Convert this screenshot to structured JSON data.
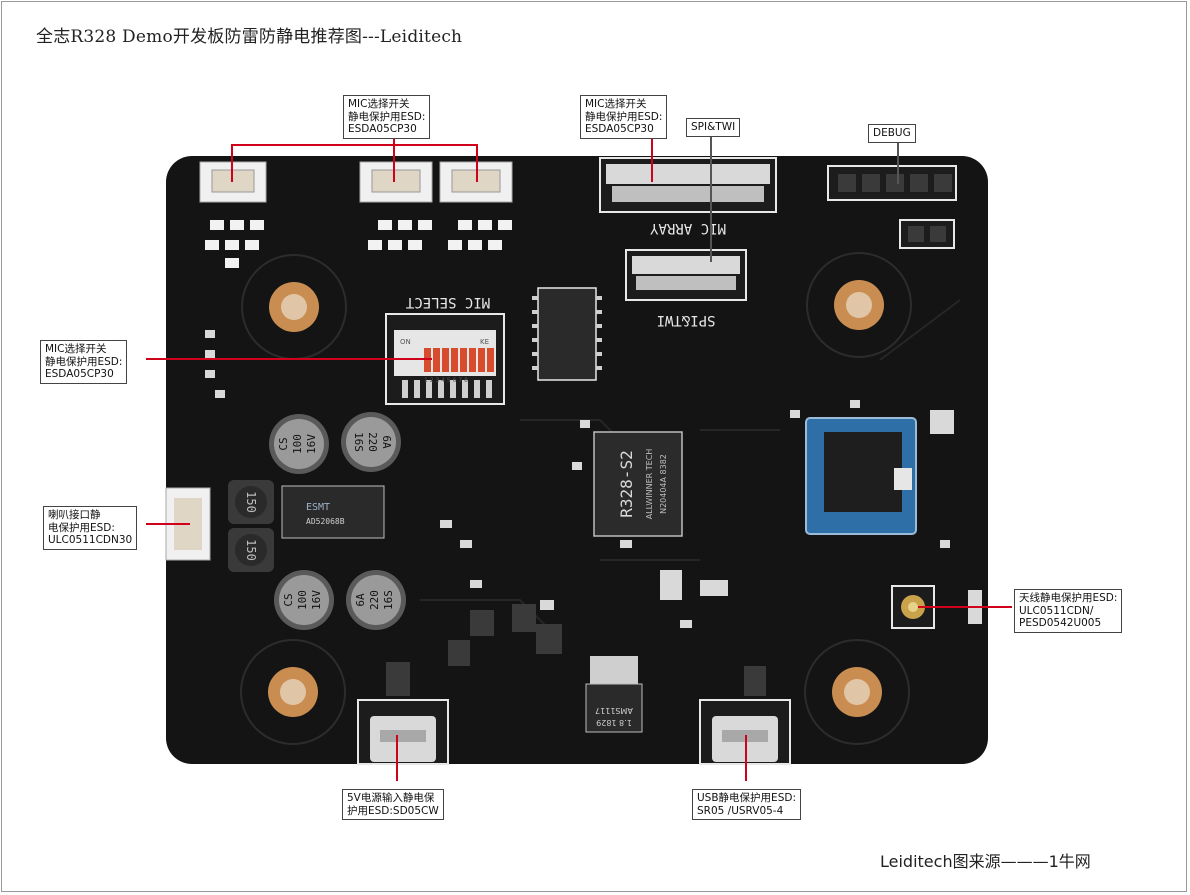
{
  "title": "全志R328 Demo开发板防雷防静电推荐图---Leiditech",
  "credit": "Leiditech图来源———1牛网",
  "colors": {
    "pcb": "#141414",
    "silkscreen": "#e8e8e8",
    "leader_line": "#d0021b",
    "copper": "#c98d52",
    "module_blue": "#2f6fa8"
  },
  "callouts": {
    "mic_top_left": [
      "MIC选择开关",
      "静电保护用ESD:",
      "ESDA05CP30"
    ],
    "mic_top_right": [
      "MIC选择开关",
      "静电保护用ESD:",
      "ESDA05CP30"
    ],
    "spi_twi": [
      "SPI&TWI"
    ],
    "debug": [
      "DEBUG"
    ],
    "mic_left": [
      "MIC选择开关",
      "静电保护用ESD:",
      "ESDA05CP30"
    ],
    "speaker": [
      "喇叭接口静",
      "电保护用ESD:",
      "ULC0511CDN30"
    ],
    "antenna": [
      "天线静电保护用ESD:",
      "ULC0511CDN/",
      "PESD0542U005"
    ],
    "power_5v": [
      "5V电源输入静电保",
      "护用ESD:SD05CW"
    ],
    "usb": [
      "USB静电保护用ESD:",
      "SR05 /USRV05-4"
    ]
  },
  "silkscreen": {
    "mic_array": "MIC ARRAY",
    "spi_twi": "SPI&TWI",
    "mic_select": "MIC SELECT",
    "dip_on": "ON",
    "dip_ke": "KE",
    "dip_numbers": "1 2 3 4 5 6 7 8",
    "soc_line1": "R328-S2",
    "soc_line2": "ALLWINNER TECH",
    "soc_line3": "N20404A 8382",
    "cap1_line1": "CS",
    "cap1_line2": "100",
    "cap1_line3": "16V",
    "cap2_line1": "6A",
    "cap2_line2": "220",
    "cap2_line3": "16S",
    "cap3_line1": "CS",
    "cap3_line2": "100",
    "cap3_line3": "16V",
    "cap4_line1": "6A",
    "cap4_line2": "220",
    "cap4_line3": "16S",
    "amp_line1": "ESMT",
    "amp_line2": "AD52068B",
    "inductor": "150",
    "ldo_line1": "AMS1117",
    "ldo_line2": "1.8 1829"
  }
}
